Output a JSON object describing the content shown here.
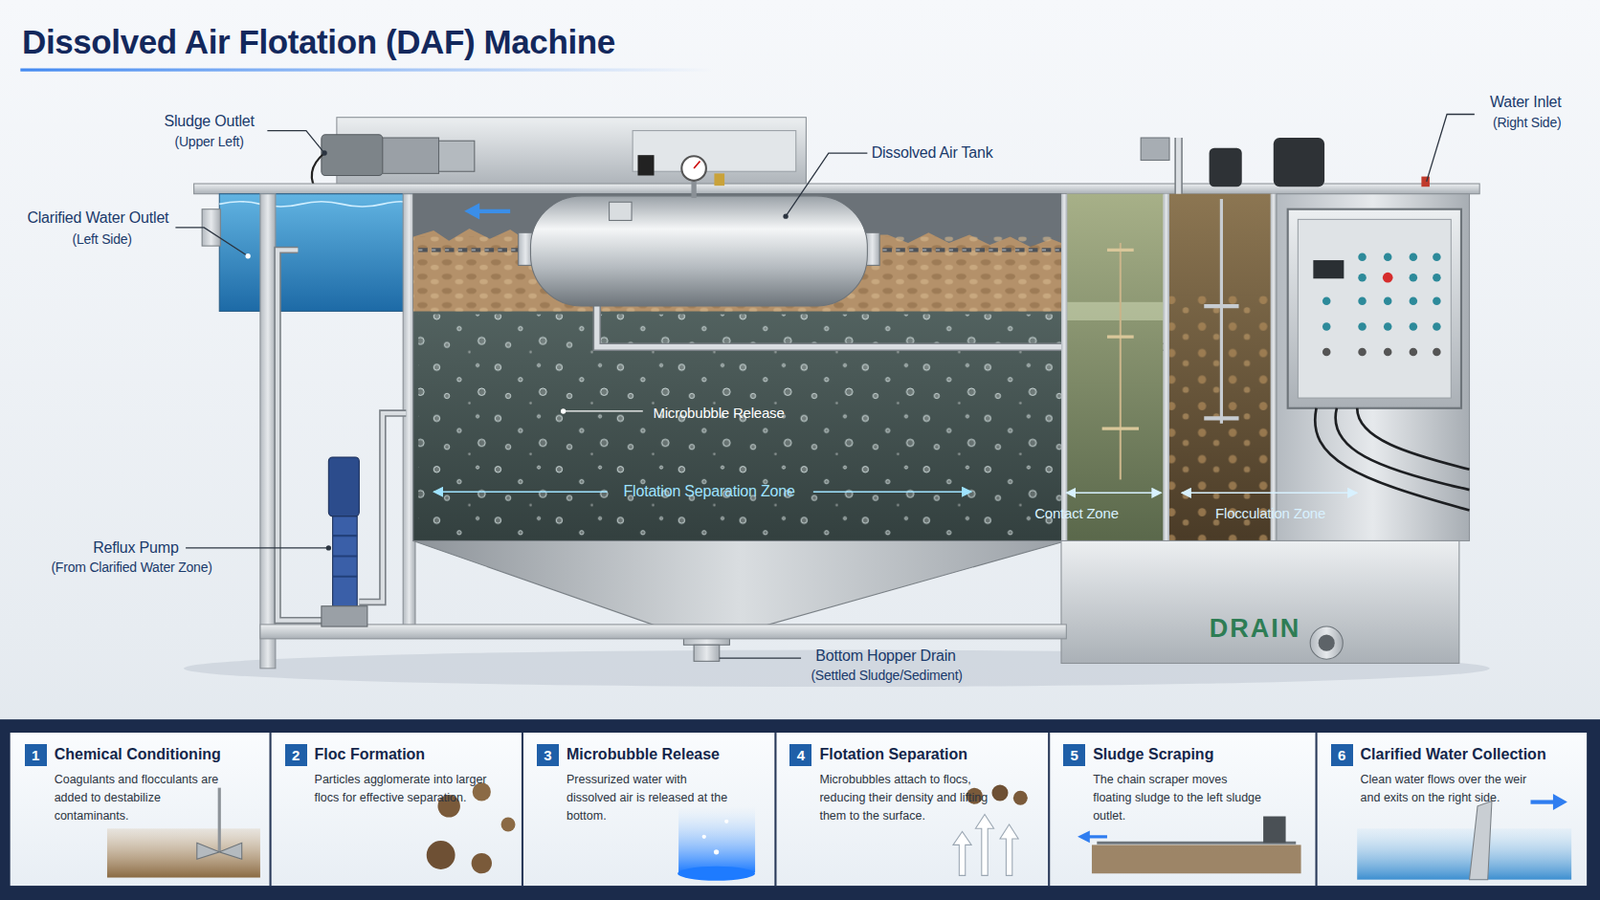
{
  "diagram": {
    "title": "Dissolved Air Flotation (DAF) Machine",
    "nodes": [
      {
        "text": [
          "1",
          "Chemical Conditioning",
          "Coagulants and flocculants are added to destabilize contaminants."
        ]
      },
      {
        "text": [
          "2",
          "Floc Formation",
          "Particles agglomerate into larger flocs for effective separation."
        ]
      },
      {
        "text": [
          "3",
          "Microbubble Release",
          "Pressurized water with dissolved air is released at the bottom."
        ]
      },
      {
        "text": [
          "4",
          "Flotation Separation",
          "Microbubbles attach to flocs, reducing their density and lifting them to the surface."
        ]
      },
      {
        "text": [
          "5",
          "Sludge Scraping",
          "The chain scraper moves floating sludge to the left sludge outlet."
        ]
      },
      {
        "text": [
          "6",
          "Clarified Water Collection",
          "Clean water flows over the weir and exits on the right side."
        ]
      }
    ],
    "labels": [
      "Sludge Outlet",
      "(Upper Left)",
      "Dissolved Air Tank",
      "Water Inlet",
      "(Right Side)",
      "Clarified Water Outlet",
      "(Left Side)",
      "Microbubble Release",
      "Flotation Separation Zone",
      "Contact Zone",
      "Flocculation Zone",
      "Reflux Pump",
      "(From Clarified Water Zone)",
      "Bottom Hopper Drain",
      "(Settled Sludge/Sediment)",
      "DRAIN"
    ]
  }
}
